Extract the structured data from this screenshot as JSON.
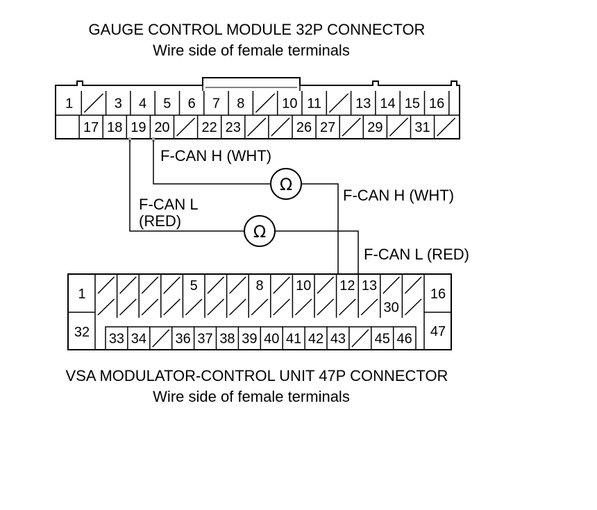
{
  "gauge_connector": {
    "title": "GAUGE CONTROL MODULE 32P CONNECTOR",
    "subtitle": "Wire side of female terminals",
    "row1": [
      "1",
      "/",
      "3",
      "4",
      "5",
      "6",
      "7",
      "8",
      "/",
      "10",
      "11",
      "/",
      "13",
      "14",
      "15",
      "16"
    ],
    "row2": [
      "",
      "17",
      "18",
      "19",
      "20",
      "/",
      "22",
      "23",
      "/",
      "/",
      "26",
      "27",
      "/",
      "29",
      "/",
      "31",
      "/"
    ]
  },
  "vsa_connector": {
    "title": "VSA MODULATOR-CONTROL UNIT 47P CONNECTOR",
    "subtitle": "Wire side of female terminals",
    "left_top": "1",
    "left_bottom": "32",
    "right_top": "16",
    "right_bottom": "47",
    "row1": [
      "/",
      "/",
      "/",
      "/",
      "5",
      "/",
      "/",
      "8",
      "/",
      "10",
      "/",
      "12",
      "13",
      "/",
      "/"
    ],
    "row2": [
      "/",
      "/",
      "/",
      "/",
      "/",
      "/",
      "/",
      "/",
      "/",
      "/",
      "/",
      "/",
      "/",
      "30",
      "/"
    ],
    "row3": [
      "33",
      "34",
      "/",
      "36",
      "37",
      "38",
      "39",
      "40",
      "41",
      "42",
      "43",
      "/",
      "45",
      "46"
    ]
  },
  "wires": {
    "fcan_h_top": "F-CAN H (WHT)",
    "fcan_h_right": "F-CAN H (WHT)",
    "fcan_l_left_line1": "F-CAN L",
    "fcan_l_left_line2": "(RED)",
    "fcan_l_right": "F-CAN L (RED)"
  },
  "meter_symbol": "Ω"
}
